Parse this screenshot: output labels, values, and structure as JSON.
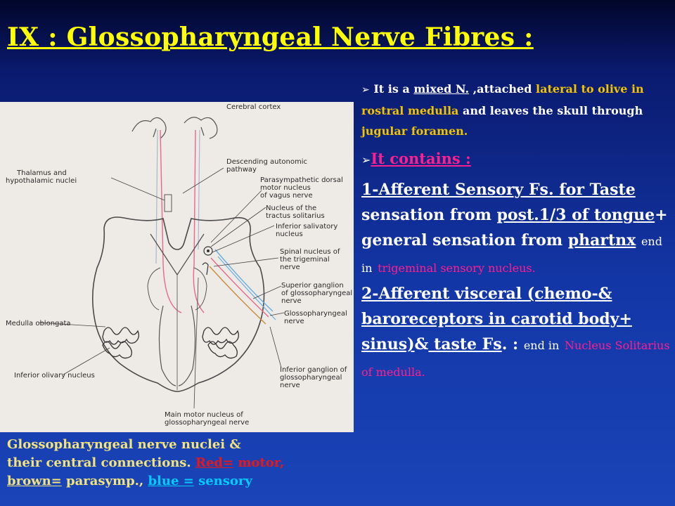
{
  "slide": {
    "title": "IX : Glossopharyngeal Nerve Fibres :"
  },
  "figure": {
    "labels": {
      "cortex": "Cerebral cortex",
      "descending_1": "Descending autonomic",
      "descending_2": "pathway",
      "thalamus_1": "Thalamus and",
      "thalamus_2": "hypothalamic nuclei",
      "parasymp_1": "Parasympathetic dorsal",
      "parasymp_2": "motor nucleus",
      "parasymp_3": "of vagus nerve",
      "tractus_1": "Nucleus of the",
      "tractus_2": "tractus solitarius",
      "salivatory_1": "Inferior salivatory",
      "salivatory_2": "nucleus",
      "spinal_1": "Spinal nucleus of",
      "spinal_2": "the trigeminal",
      "spinal_3": "nerve",
      "sup_ganglion_1": "Superior ganglion",
      "sup_ganglion_2": "of glossopharyngeal",
      "sup_ganglion_3": "nerve",
      "gp_nerve_1": "Glossopharyngeal",
      "gp_nerve_2": "nerve",
      "medulla": "Medulla oblongata",
      "olivary": "Inferior olivary nucleus",
      "inf_ganglion_1": "Inferior ganglion of",
      "inf_ganglion_2": "glossopharyngeal",
      "inf_ganglion_3": "nerve",
      "main_motor_1": "Main motor nucleus of",
      "main_motor_2": "glossopharyngeal nerve"
    }
  },
  "caption": {
    "line1": "Glossopharyngeal  nerve nuclei &",
    "line2a": "their  central connections.",
    "red_key": "Red=",
    "red_val": "motor,",
    "brown_key": "brown=",
    "brown_val": "parasymp.,",
    "blue_key": "blue =",
    "blue_val": "sensory"
  },
  "content": {
    "bullet_mark": "➢",
    "b1_a": "It is a",
    "b1_mixed": "mixed N.",
    "b1_b": ",attached",
    "b1_lateral": "lateral to olive in rostral medulla",
    "b1_c": "and  leaves the skull through",
    "b1_jugular": "jugular foramen.",
    "b2": "It contains :",
    "p1_a": "1-Afferent Sensory Fs. for  Taste",
    "p1_b": "sensation from",
    "p1_post": "post.1/3 of tongue",
    "p1_c": "+ general sensation from",
    "p1_phar": "phartnx",
    "p1_d": "end in",
    "p1_trig": "trigeminal sensory nucleus.",
    "p2_a": "2-Afferent visceral (chemo-& baroreceptors in carotid body+ sinus)",
    "p2_amp": "&",
    "p2_taste": " taste Fs",
    "p2_b": ". :",
    "p2_c": "end in",
    "p2_nuc": "Nucleus Solitarius of  medulla."
  },
  "colors": {
    "title": "#ffff00",
    "accent_pink": "#ff1f8e",
    "accent_gold": "#f0c400",
    "caption": "#f2e37a",
    "motor_red": "#e81818",
    "sensory_blue": "#00ccff"
  }
}
